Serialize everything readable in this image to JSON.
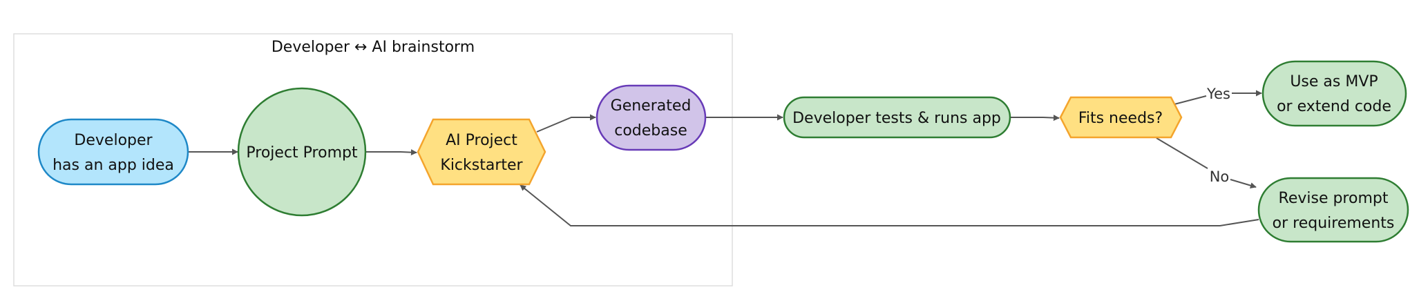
{
  "group": {
    "title": "Developer ↔ AI brainstorm"
  },
  "nodes": {
    "idea": {
      "lines": [
        "Developer",
        "has an app idea"
      ],
      "fill": "#b3e5fc",
      "stroke": "#1e88c7"
    },
    "prompt": {
      "lines": [
        "Project Prompt"
      ],
      "fill": "#c8e6c9",
      "stroke": "#2e7d32"
    },
    "kickstarter": {
      "lines": [
        "AI Project",
        "Kickstarter"
      ],
      "fill": "#ffe082",
      "stroke": "#f4a42c"
    },
    "codebase": {
      "lines": [
        "Generated",
        "codebase"
      ],
      "fill": "#d1c4e9",
      "stroke": "#673ab7"
    },
    "tests": {
      "lines": [
        "Developer tests & runs app"
      ],
      "fill": "#c8e6c9",
      "stroke": "#2e7d32"
    },
    "fits": {
      "lines": [
        "Fits needs?"
      ],
      "fill": "#ffe082",
      "stroke": "#f4a42c"
    },
    "mvp": {
      "lines": [
        "Use as MVP",
        "or extend code"
      ],
      "fill": "#c8e6c9",
      "stroke": "#2e7d32"
    },
    "revise": {
      "lines": [
        "Revise prompt",
        "or requirements"
      ],
      "fill": "#c8e6c9",
      "stroke": "#2e7d32"
    }
  },
  "edges": {
    "yes_label": "Yes",
    "no_label": "No"
  },
  "colors": {
    "edge": "#555555",
    "group_border": "#dddddd"
  }
}
